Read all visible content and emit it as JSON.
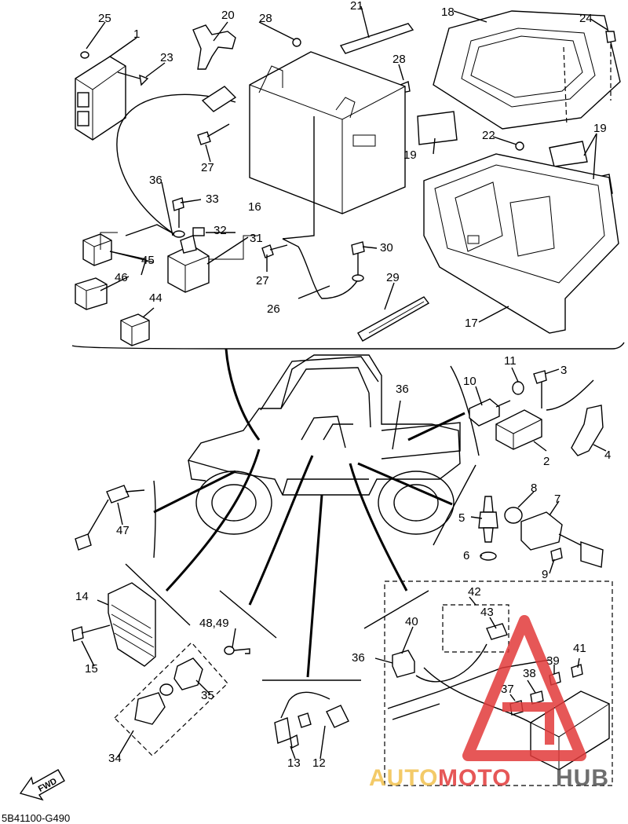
{
  "diagram_code": "5B41100-G490",
  "fwd_label": "FWD",
  "watermark": {
    "part1": "AUTO",
    "part2": "MOTO",
    "part3": "HUB",
    "colors": {
      "auto": "#f2c14e",
      "moto": "#e23a3a",
      "hub": "#555555",
      "triangle": "#e23a3a"
    }
  },
  "callouts": {
    "c1": "1",
    "c2": "2",
    "c3": "3",
    "c4": "4",
    "c5": "5",
    "c6": "6",
    "c7": "7",
    "c8": "8",
    "c9": "9",
    "c10": "10",
    "c11": "11",
    "c12": "12",
    "c13": "13",
    "c14": "14",
    "c15": "15",
    "c16": "16",
    "c17": "17",
    "c18": "18",
    "c19a": "19",
    "c19b": "19",
    "c20": "20",
    "c21": "21",
    "c22": "22",
    "c23": "23",
    "c24": "24",
    "c25": "25",
    "c26": "26",
    "c27a": "27",
    "c27b": "27",
    "c28a": "28",
    "c28b": "28",
    "c29": "29",
    "c30": "30",
    "c31": "31",
    "c32": "32",
    "c33": "33",
    "c34": "34",
    "c35": "35",
    "c36a": "36",
    "c36b": "36",
    "c36c": "36",
    "c37": "37",
    "c38": "38",
    "c39": "39",
    "c40": "40",
    "c41": "41",
    "c42": "42",
    "c43": "43",
    "c44": "44",
    "c45": "45",
    "c46": "46",
    "c47": "47",
    "c4849": "48,49"
  }
}
